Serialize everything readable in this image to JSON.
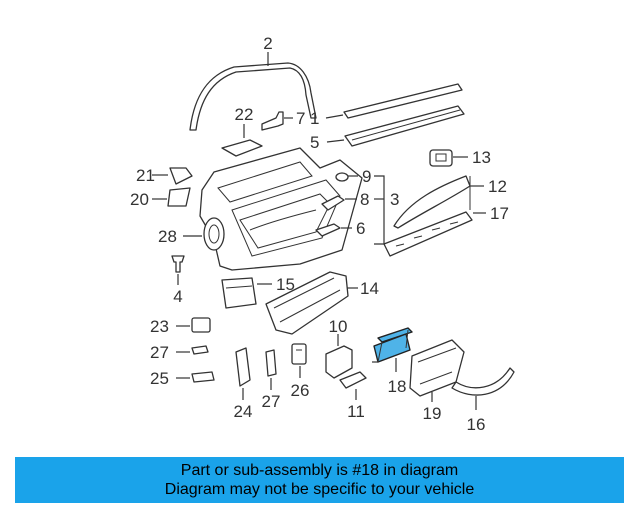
{
  "callouts": {
    "c1": "1",
    "c2": "2",
    "c3": "3",
    "c4": "4",
    "c5": "5",
    "c6": "6",
    "c7": "7",
    "c8": "8",
    "c9": "9",
    "c10": "10",
    "c11": "11",
    "c12": "12",
    "c13": "13",
    "c14": "14",
    "c15": "15",
    "c16": "16",
    "c17": "17",
    "c18": "18",
    "c19": "19",
    "c20": "20",
    "c21": "21",
    "c22": "22",
    "c23": "23",
    "c24": "24",
    "c25": "25",
    "c26": "26",
    "c27a": "27",
    "c27b": "27",
    "c28": "28"
  },
  "highlight": {
    "part": "18",
    "color": "#4fb3e8"
  },
  "banner": {
    "line1": "Part or sub-assembly is #18 in diagram",
    "line2": "Diagram may not be specific to your vehicle",
    "color": "#1aa3ea"
  },
  "colors": {
    "ink": "#333333",
    "background": "#ffffff"
  }
}
